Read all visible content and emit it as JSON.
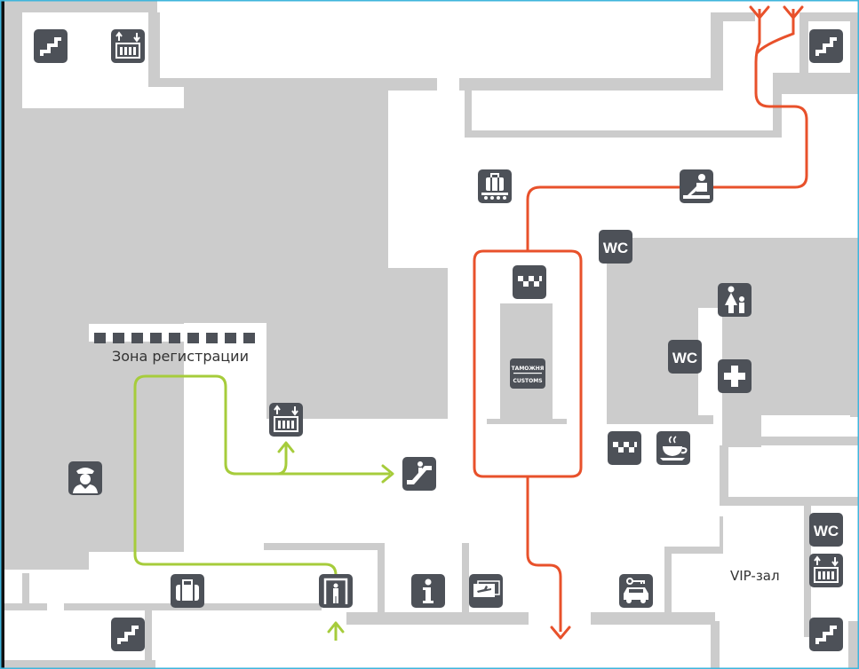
{
  "labels": {
    "checkin_zone": "Зона регистрации",
    "vip_lounge": "VIP-зал"
  },
  "customs_sign": {
    "line1": "ТАМОЖНЯ",
    "line2": "CUSTOMS"
  },
  "wc_text": "WC",
  "colors": {
    "background": "#ffffff",
    "walls": "#cccccc",
    "icon_tile": "#4d5158",
    "departure_route": "#e8512b",
    "arrival_route": "#a6cc3b",
    "frame": "#3fb5dc"
  },
  "icons": [
    "stairs-icon",
    "elevator-icon",
    "stairs-icon",
    "baggage-claim-icon",
    "passport-control-icon",
    "wc-icon",
    "taxi-icon",
    "customs-sign",
    "mother-child-room-icon",
    "wc-icon",
    "first-aid-icon",
    "taxi-icon",
    "cafe-icon",
    "police-icon",
    "elevator-icon",
    "escalator-icon",
    "wc-icon",
    "elevator-icon",
    "luggage-storage-icon",
    "security-gate-icon",
    "info-icon",
    "tickets-icon",
    "car-rental-icon",
    "stairs-icon",
    "stairs-icon"
  ]
}
